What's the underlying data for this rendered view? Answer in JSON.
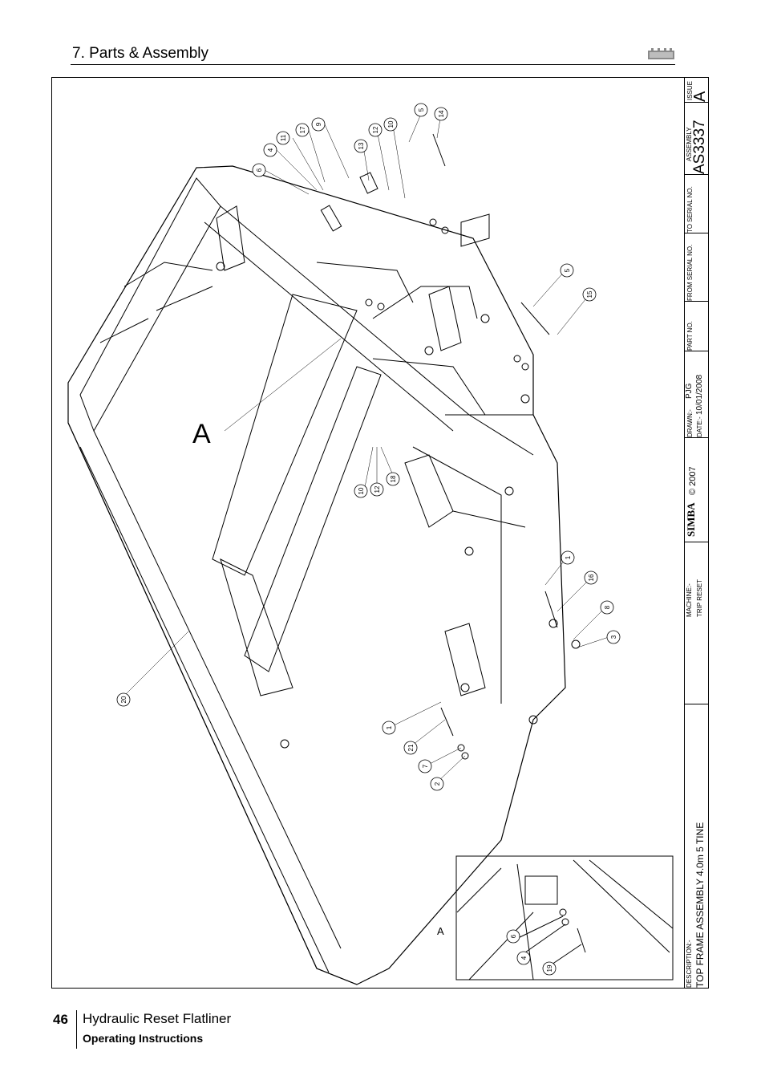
{
  "header": {
    "section_title": "7. Parts & Assembly"
  },
  "footer": {
    "page_number": "46",
    "title": "Hydraulic Reset Flatliner",
    "subtitle": "Operating Instructions"
  },
  "drawing": {
    "detail_label_main": "A",
    "detail_label_inset": "A",
    "callouts": [
      {
        "label": "6"
      },
      {
        "label": "4"
      },
      {
        "label": "11"
      },
      {
        "label": "17"
      },
      {
        "label": "9"
      },
      {
        "label": "13"
      },
      {
        "label": "12"
      },
      {
        "label": "10"
      },
      {
        "label": "5"
      },
      {
        "label": "14"
      },
      {
        "label": "5"
      },
      {
        "label": "15"
      },
      {
        "label": "10"
      },
      {
        "label": "12"
      },
      {
        "label": "18"
      },
      {
        "label": "1"
      },
      {
        "label": "16"
      },
      {
        "label": "8"
      },
      {
        "label": "3"
      },
      {
        "label": "20"
      },
      {
        "label": "1"
      },
      {
        "label": "21"
      },
      {
        "label": "7"
      },
      {
        "label": "2"
      },
      {
        "label": "6"
      },
      {
        "label": "4"
      },
      {
        "label": "19"
      }
    ]
  },
  "title_block": {
    "issue_label": "ISSUE",
    "issue_value": "A",
    "assembly_label": "ASSEMBLY",
    "assembly_value": "AS3337",
    "to_serial_label": "TO SERIAL NO.",
    "from_serial_label": "FROM SERIAL NO.",
    "part_no_label": "PART NO.",
    "drawn_label": "DRAWN:-",
    "drawn_value": "PJG",
    "date_label": "DATE:-",
    "date_value": "10/01/2008",
    "logo_text": "SIMBA",
    "copyright": "© 2007",
    "machine_label": "MACHINE:-",
    "machine_value": "TRIP RESET",
    "description_label": "DESCRIPTION:-",
    "description_value": "TOP FRAME ASSEMBLY 4.0m 5 TINE"
  }
}
